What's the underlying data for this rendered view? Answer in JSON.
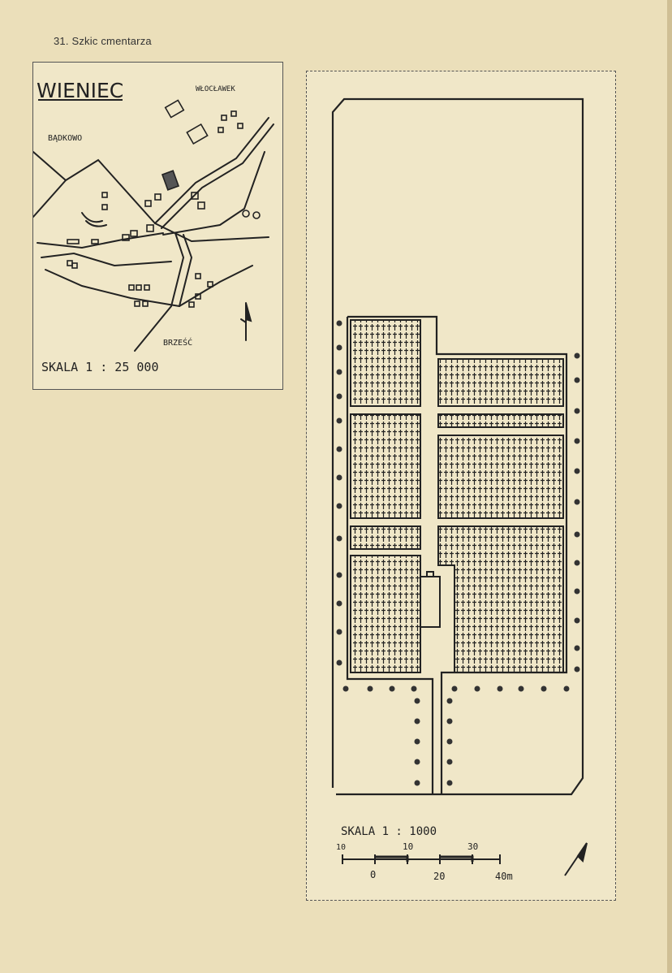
{
  "caption": "31. Szkic cmentarza",
  "location_map": {
    "title": "WIENIEC",
    "place_north": "WŁOCŁAWEK",
    "place_west": "BĄDKOWO",
    "place_south": "BRZEŚĆ",
    "scale": "SKALA  1 : 25 000"
  },
  "cemetery_plan": {
    "scale": "SKALA  1 : 1000",
    "scale_top_ticks": [
      "10",
      "10",
      "30"
    ],
    "scale_bottom_ticks": [
      "0",
      "20",
      "40m"
    ]
  }
}
